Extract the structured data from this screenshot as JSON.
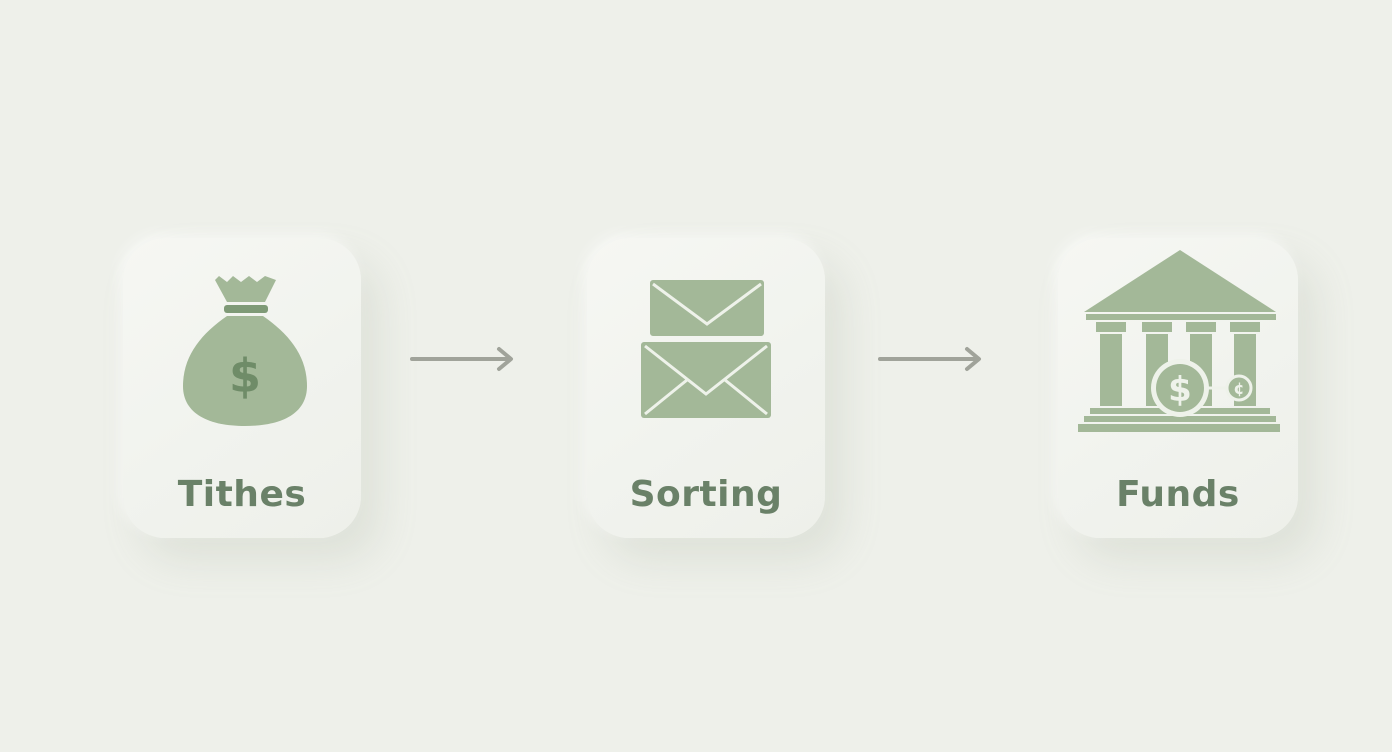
{
  "colors": {
    "background": "#eef0ea",
    "icon_fill": "#a3b898",
    "label_text": "#6a8168",
    "arrow": "#a0a39a"
  },
  "steps": [
    {
      "label": "Tithes",
      "icon": "money-bag-icon"
    },
    {
      "label": "Sorting",
      "icon": "envelopes-icon"
    },
    {
      "label": "Funds",
      "icon": "bank-icon"
    }
  ],
  "connectors": [
    {
      "from": "Tithes",
      "to": "Sorting",
      "icon": "arrow-right-icon"
    },
    {
      "from": "Sorting",
      "to": "Funds",
      "icon": "arrow-right-icon"
    }
  ]
}
